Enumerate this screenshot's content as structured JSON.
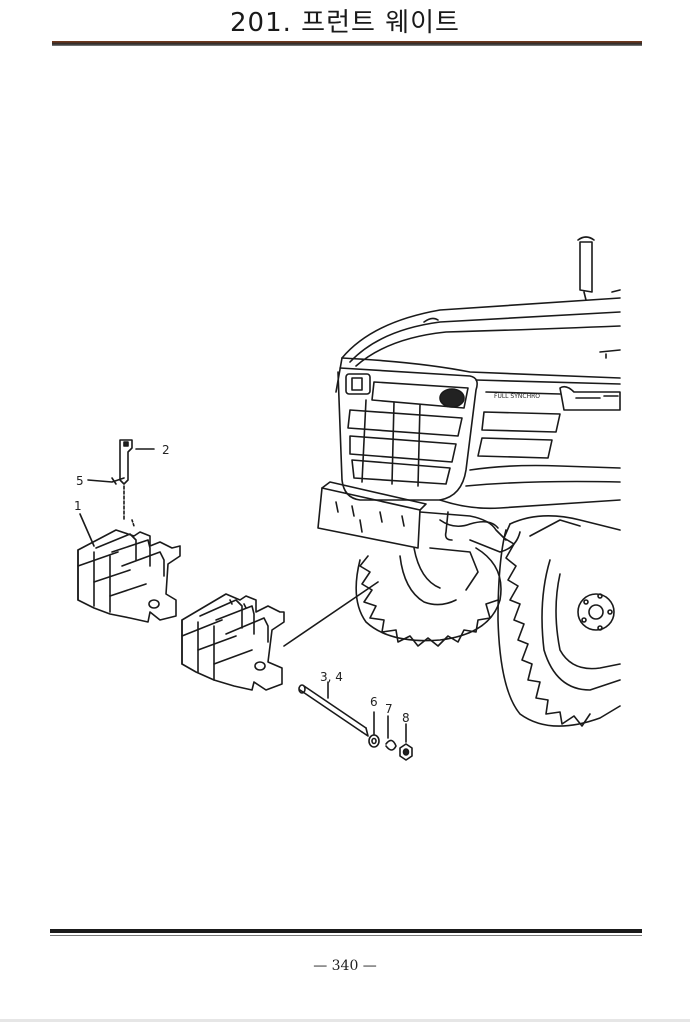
{
  "page": {
    "title": "201. 프런트 웨이트",
    "page_number": "— 340 —"
  },
  "diagram": {
    "callouts": [
      {
        "id": "label-2",
        "text": "2"
      },
      {
        "id": "label-5",
        "text": "5"
      },
      {
        "id": "label-1",
        "text": "1"
      },
      {
        "id": "label-34",
        "text": "3, 4"
      },
      {
        "id": "label-6",
        "text": "6"
      },
      {
        "id": "label-7",
        "text": "7"
      },
      {
        "id": "label-8",
        "text": "8"
      }
    ]
  }
}
